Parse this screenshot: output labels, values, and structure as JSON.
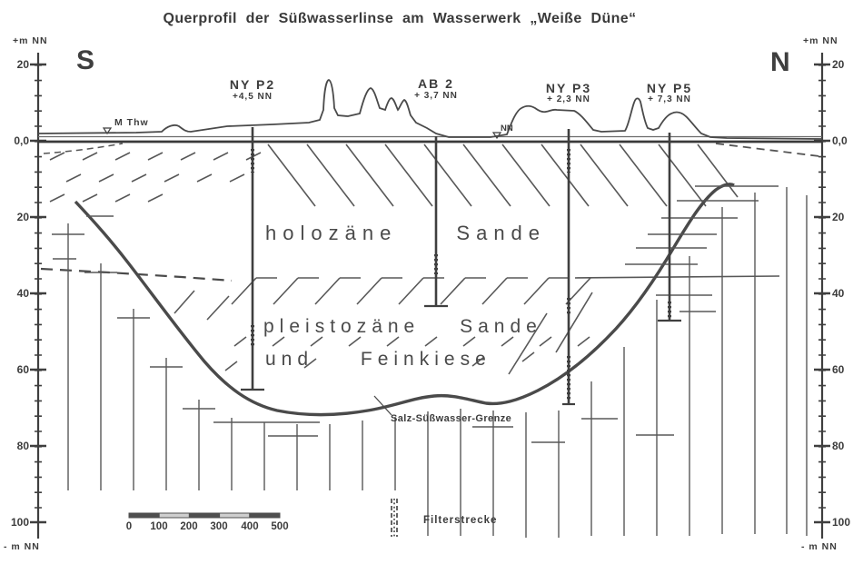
{
  "title": "Querprofil der Süßwasserlinse am Wasserwerk „Weiße Düne“",
  "compass": {
    "south": "S",
    "north": "N"
  },
  "colors": {
    "ink": "#3f3f3f",
    "hatch": "#585858"
  },
  "axes": {
    "left": {
      "top_unit": "+m NN",
      "bottom_unit": "- m NN",
      "ticks": [
        "20",
        "0,0",
        "20",
        "40",
        "60",
        "80",
        "100"
      ]
    },
    "right": {
      "top_unit": "+m NN",
      "bottom_unit": "- m NN",
      "ticks": [
        "20",
        "0,0",
        "20",
        "40",
        "60",
        "80",
        "100"
      ]
    }
  },
  "water_marks": {
    "mthw": "M Thw",
    "nn": "NN"
  },
  "boreholes": [
    {
      "name": "NY P2",
      "elevation": "+4,5 NN"
    },
    {
      "name": "AB 2",
      "elevation": "+ 3,7 NN"
    },
    {
      "name": "NY P3",
      "elevation": "+ 2,3 NN"
    },
    {
      "name": "NY P5",
      "elevation": "+ 7,3 NN"
    }
  ],
  "strata": {
    "holocene": "holozäne Sande",
    "pleistocene_line1": "pleistozäne Sande",
    "pleistocene_line2": "und Feinkiese"
  },
  "boundary_label": "Salz-Süßwasser-Grenze",
  "scale_bar": {
    "labels": [
      "0",
      "100",
      "200",
      "300",
      "400",
      "500"
    ]
  },
  "legend": {
    "filter_label": "Filterstrecke"
  }
}
